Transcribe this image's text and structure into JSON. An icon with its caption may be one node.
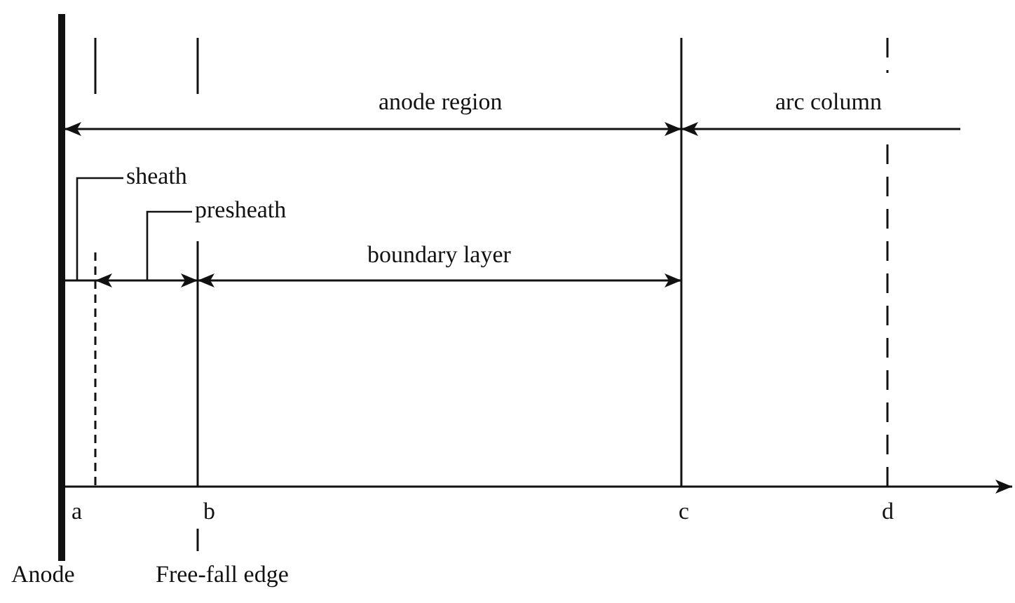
{
  "diagram": {
    "nodes": [
      {
        "text": [
          "sheath"
        ]
      },
      {
        "text": [
          "presheath"
        ]
      }
    ],
    "edges": [
      {
        "from": 0,
        "to": null,
        "arrow": "none"
      },
      {
        "from": 1,
        "to": null,
        "arrow": "none"
      }
    ],
    "labels": [
      "anode region",
      "arc column",
      "boundary layer",
      "a",
      "b",
      "c",
      "d",
      "Anode",
      "Free-fall edge"
    ]
  }
}
